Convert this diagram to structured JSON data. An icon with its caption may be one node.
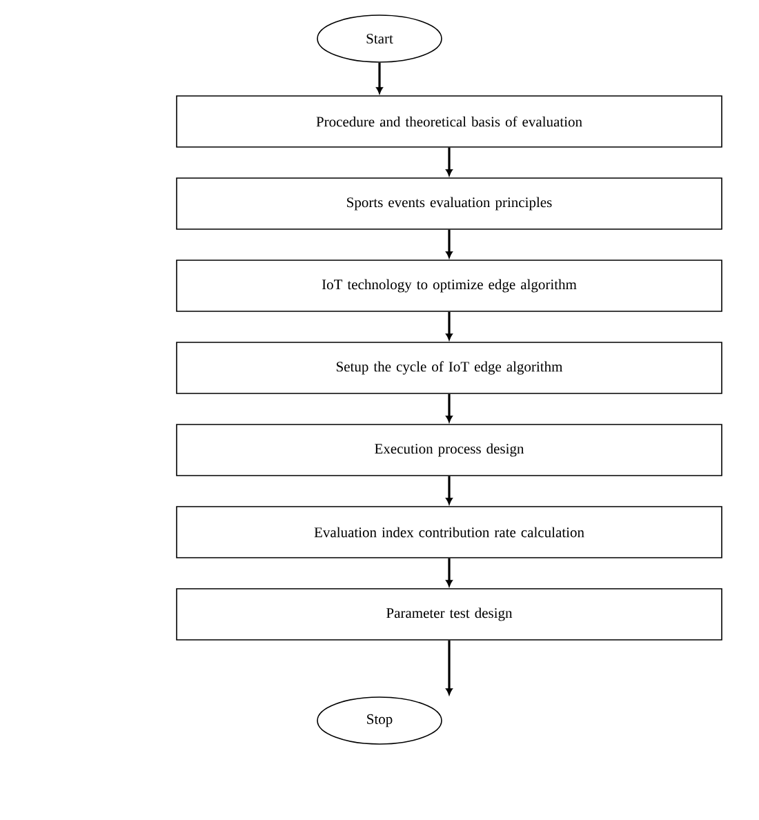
{
  "diagram": {
    "nodes": [
      {
        "text": [
          "Start"
        ]
      },
      {
        "text": [
          "Procedure and theoretical basis of evaluation"
        ]
      },
      {
        "text": [
          "Sports events evaluation principles"
        ]
      },
      {
        "text": [
          "IoT technology to optimize edge algorithm"
        ]
      },
      {
        "text": [
          "Setup the cycle of IoT edge algorithm"
        ]
      },
      {
        "text": [
          "Execution process design"
        ]
      },
      {
        "text": [
          "Evaluation index contribution rate calculation"
        ]
      },
      {
        "text": [
          "Parameter test design"
        ]
      },
      {
        "text": [
          "Stop"
        ]
      }
    ],
    "edges": [
      {
        "from": 0,
        "to": 1,
        "arrow": "to"
      },
      {
        "from": 1,
        "to": 2,
        "arrow": "to"
      },
      {
        "from": 2,
        "to": 3,
        "arrow": "to"
      },
      {
        "from": 3,
        "to": 4,
        "arrow": "to"
      },
      {
        "from": 4,
        "to": 5,
        "arrow": "to"
      },
      {
        "from": 5,
        "to": 6,
        "arrow": "to"
      },
      {
        "from": 6,
        "to": 7,
        "arrow": "to"
      },
      {
        "from": 7,
        "to": 8,
        "arrow": "to"
      }
    ]
  }
}
